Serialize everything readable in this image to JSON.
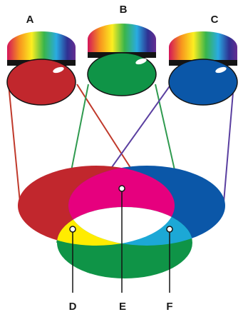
{
  "labels": {
    "a": "A",
    "b": "B",
    "c": "C",
    "d": "D",
    "e": "E",
    "f": "F"
  },
  "colors": {
    "red": "#c1272d",
    "green": "#0f9447",
    "blue": "#0b57a8",
    "yellow": "#ffec00",
    "magenta": "#e6007e",
    "cyan": "#1ca8d6",
    "white": "#ffffff",
    "beam_red": "#c0392b",
    "beam_green": "#2f9a4f",
    "beam_blue": "#5a3fa0"
  },
  "spotlights": [
    {
      "id": "a",
      "color": "red"
    },
    {
      "id": "b",
      "color": "green"
    },
    {
      "id": "c",
      "color": "blue"
    }
  ]
}
